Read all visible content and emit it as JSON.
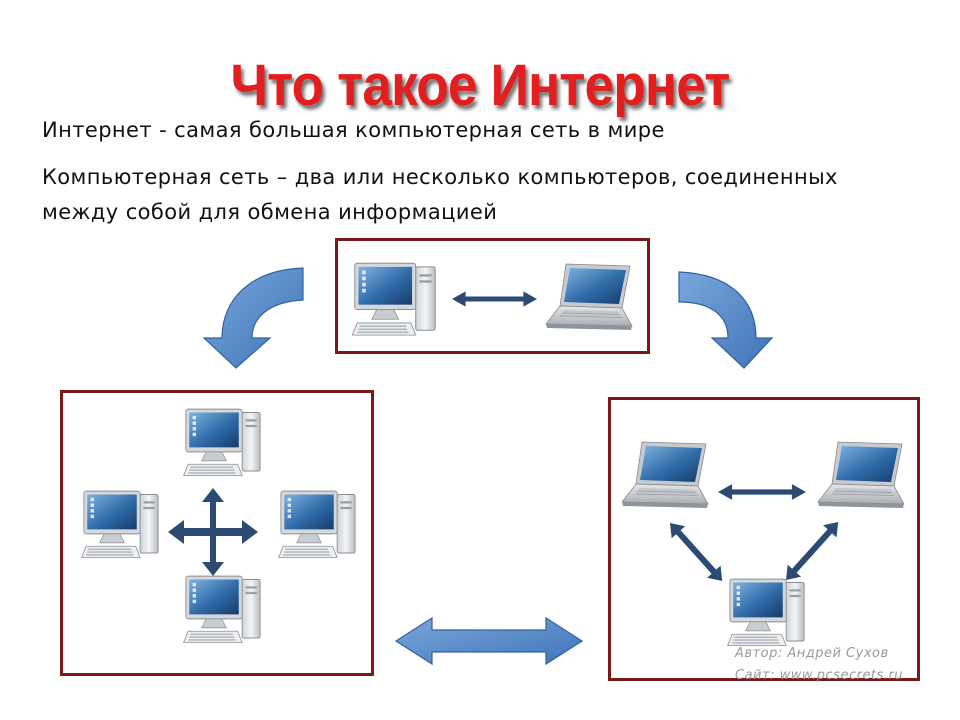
{
  "slide": {
    "title": "Что такое Интернет",
    "line1": "Интернет - самая большая компьютерная сеть в мире",
    "line2": "Компьютерная сеть – два или несколько компьютеров, соединенных",
    "line3": "между собой для обмена информацией",
    "watermark_author": "Автор: Андрей Сухов",
    "watermark_site": "Сайт: www.pcsecrets.ru"
  },
  "colors": {
    "title": "#e21e1e",
    "frame": "#7d1818",
    "curved_arrow": "#5b8fd0",
    "link_arrow": "#2b4a74"
  }
}
